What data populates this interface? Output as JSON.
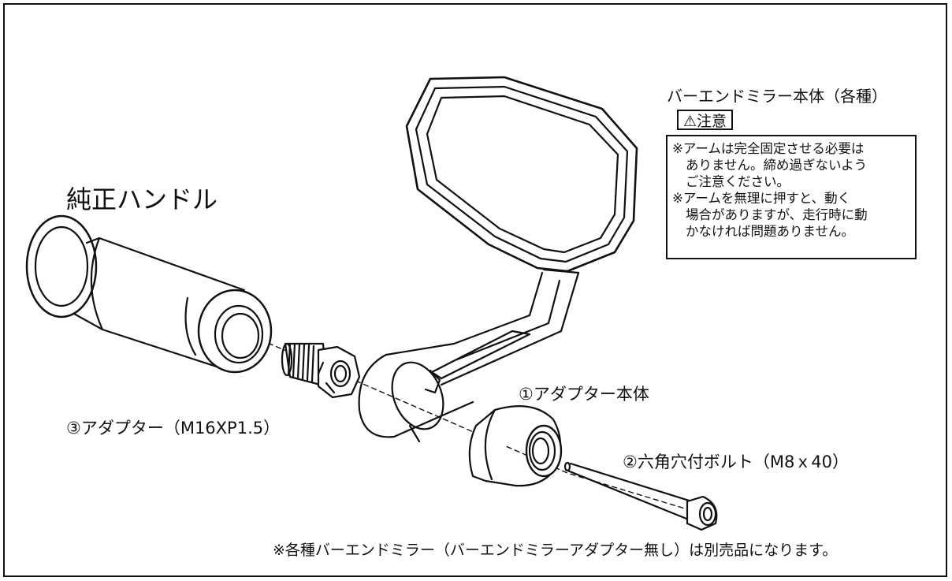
{
  "parts": {
    "handle_label": "純正ハンドル",
    "mirror_label": "バーエンドミラー本体（各種）",
    "adapter_body": "①アダプター本体",
    "hex_bolt": "②六角穴付ボルト（M8ｘ40）",
    "adapter": "③アダプター（M16XP1.5）"
  },
  "caution": {
    "badge": "⚠注意",
    "note1_line1": "※アームは完全固定させる必要は",
    "note1_line2": "ありません。締め過ぎないよう",
    "note1_line3": "ご注意ください。",
    "note2_line1": "※アームを無理に押すと、動く",
    "note2_line2": "場合がありますが、走行時に動",
    "note2_line3": "かなければ問題ありません。"
  },
  "footnote": "※各種バーエンドミラー（バーエンドミラーアダプター無し）は別売品になります。"
}
